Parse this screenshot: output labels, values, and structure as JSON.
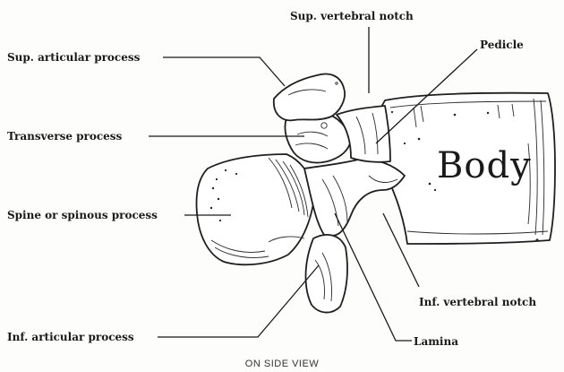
{
  "labels": {
    "sup_vertebral_notch": "Sup. vertebral notch",
    "sup_articular_process": "Sup. articular process",
    "pedicle": "Pedicle",
    "transverse_process": "Transverse process",
    "body": "Body",
    "spine_or_spinous_process": "Spine or spinous process",
    "inf_vertebral_notch": "Inf. vertebral notch",
    "inf_articular_process": "Inf. articular process",
    "lamina": "Lamina"
  },
  "caption": "ON SIDE VIEW"
}
